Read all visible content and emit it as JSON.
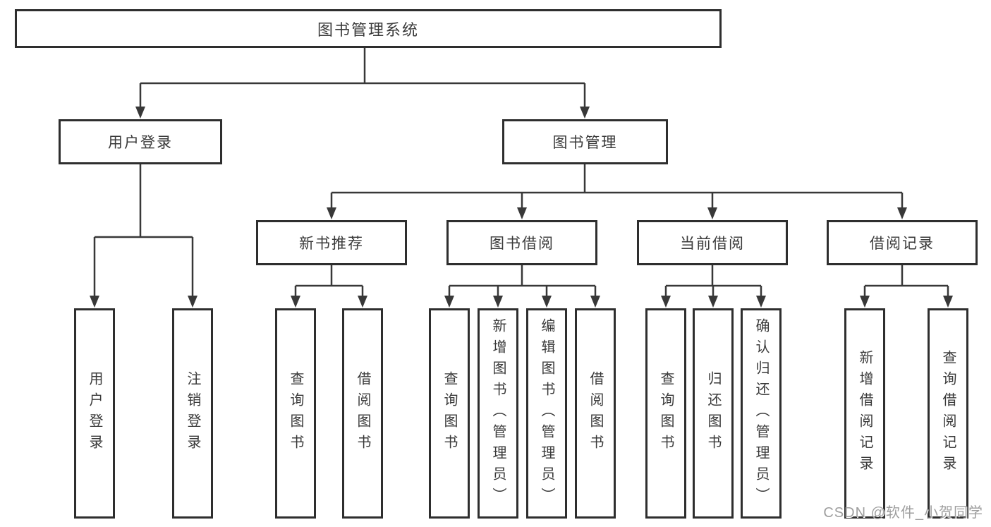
{
  "tree": {
    "root": "图书管理系统",
    "branches": [
      {
        "label": "用户登录",
        "leaves": [
          "用户登录",
          "注销登录"
        ]
      },
      {
        "label": "图书管理",
        "groups": [
          {
            "label": "新书推荐",
            "leaves": [
              "查询图书",
              "借阅图书"
            ]
          },
          {
            "label": "图书借阅",
            "leaves": [
              "查询图书",
              "新增图书（管理员）",
              "编辑图书（管理员）",
              "借阅图书"
            ]
          },
          {
            "label": "当前借阅",
            "leaves": [
              "查询图书",
              "归还图书",
              "确认归还（管理员）"
            ]
          },
          {
            "label": "借阅记录",
            "leaves": [
              "新增借阅记录",
              "查询借阅记录"
            ]
          }
        ]
      }
    ]
  },
  "watermark": {
    "text": "CSDN @软件_小贺同学"
  },
  "colors": {
    "line": "#383838",
    "box_border": "#2e2e2e",
    "text": "#3a3a3a",
    "watermark": "#9e9e9e",
    "background": "#ffffff"
  }
}
